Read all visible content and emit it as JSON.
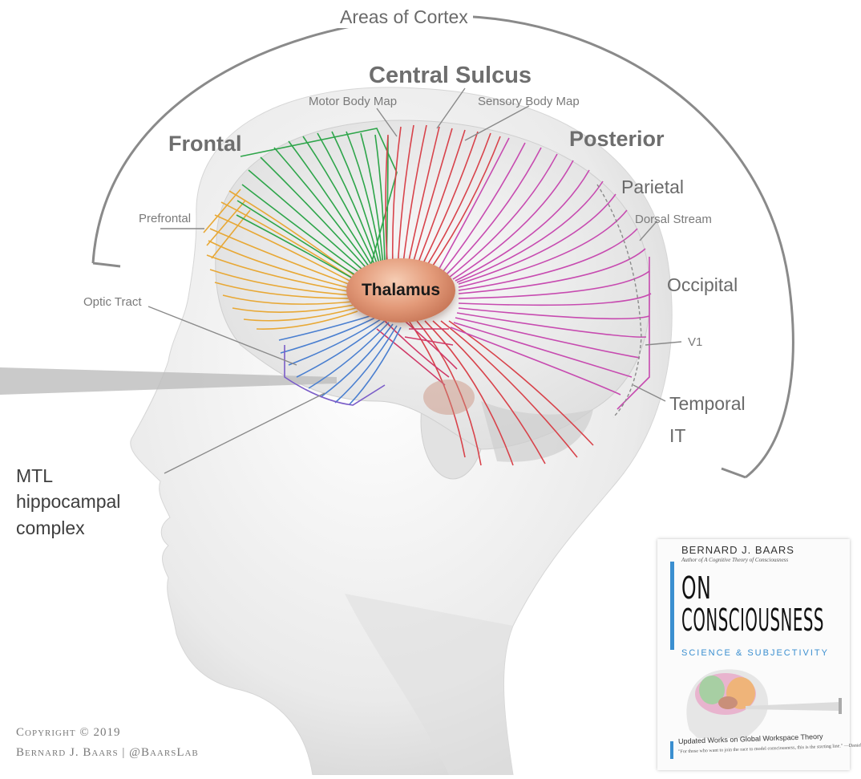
{
  "diagram": {
    "arc_label": "Areas of Cortex",
    "labels": {
      "central_sulcus": "Central Sulcus",
      "motor_map": "Motor Body Map",
      "sensory_map": "Sensory Body Map",
      "frontal": "Frontal",
      "posterior": "Posterior",
      "parietal": "Parietal",
      "dorsal_stream": "Dorsal Stream",
      "prefrontal": "Prefrontal",
      "occipital": "Occipital",
      "optic_tract": "Optic Tract",
      "v1": "V1",
      "temporal": "Temporal",
      "it": "IT",
      "mtl_1": "MTL",
      "mtl_2": "hippocampal",
      "mtl_3": "complex",
      "thalamus": "Thalamus"
    },
    "colors": {
      "prefrontal": "#e8a835",
      "motor": "#2ea54a",
      "sensory": "#d8434b",
      "posterior": "#c74bb0",
      "temporal": "#d03a68",
      "mtl": "#4a7fd0",
      "thalamus": "#d9896a"
    }
  },
  "copyright": {
    "line1": "Copyright © 2019",
    "line2": "Bernard J. Baars | @BaarsLab"
  },
  "book": {
    "author": "BERNARD J. BAARS",
    "author_sub": "Author of A Cognitive Theory of Consciousness",
    "title_1": "ON",
    "title_2": "CONSCIOUSNESS",
    "subtitle": "SCIENCE & SUBJECTIVITY",
    "bottom_1": "Updated Works on Global Workspace Theory",
    "bottom_2": "\"For those who want to join the race to model consciousness, this is the starting line.\" —Daniel C. Dennett",
    "accent": "#3b8fd0"
  }
}
